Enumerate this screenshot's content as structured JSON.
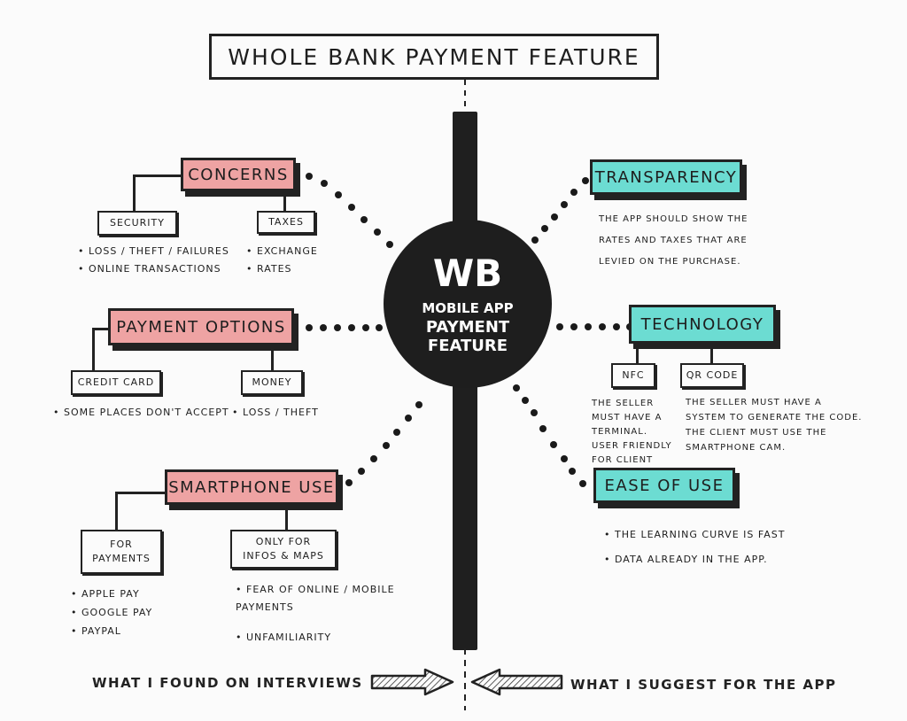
{
  "title": "WHOLE BANK PAYMENT FEATURE",
  "hub": {
    "logo": "WB",
    "lines": [
      "MOBILE APP",
      "PAYMENT",
      "FEATURE"
    ]
  },
  "left_findings": [
    {
      "label": "CONCERNS",
      "color": "#eea3a3",
      "children": [
        {
          "label": "SECURITY",
          "bullets": [
            "LOSS / THEFT / FAILURES",
            "ONLINE TRANSACTIONS"
          ]
        },
        {
          "label": "TAXES",
          "bullets": [
            "EXCHANGE",
            "RATES"
          ]
        }
      ]
    },
    {
      "label": "PAYMENT OPTIONS",
      "color": "#eea3a3",
      "children": [
        {
          "label": "CREDIT CARD",
          "bullets": [
            "SOME PLACES DON'T ACCEPT"
          ]
        },
        {
          "label": "MONEY",
          "bullets": [
            "LOSS / THEFT"
          ]
        }
      ]
    },
    {
      "label": "SMARTPHONE USE",
      "color": "#eea3a3",
      "children": [
        {
          "label_lines": [
            "FOR",
            "PAYMENTS"
          ],
          "bullets": [
            "APPLE PAY",
            "GOOGLE PAY",
            "PAYPAL"
          ]
        },
        {
          "label_lines": [
            "ONLY FOR",
            "INFOS & MAPS"
          ],
          "bullets": [
            "FEAR OF ONLINE / MOBILE PAYMENTS",
            "UNFAMILIARITY"
          ]
        }
      ]
    }
  ],
  "right_suggestions": [
    {
      "label": "TRANSPARENCY",
      "color": "#6cdcd2",
      "notes": [
        "THE APP SHOULD SHOW THE",
        "RATES AND TAXES THAT ARE",
        "LEVIED ON THE PURCHASE."
      ]
    },
    {
      "label": "TECHNOLOGY",
      "color": "#6cdcd2",
      "children": [
        {
          "label": "NFC",
          "notes": [
            "THE SELLER",
            "MUST HAVE A",
            "TERMINAL.",
            "USER FRIENDLY",
            "FOR CLIENT"
          ]
        },
        {
          "label": "QR CODE",
          "notes": [
            "THE SELLER MUST HAVE A",
            "SYSTEM TO GENERATE THE CODE.",
            "THE CLIENT MUST USE THE",
            "SMARTPHONE CAM."
          ]
        }
      ]
    },
    {
      "label": "EASE OF USE",
      "color": "#6cdcd2",
      "bullets": [
        "THE LEARNING CURVE IS FAST",
        "DATA ALREADY IN THE APP."
      ]
    }
  ],
  "footer": {
    "left": "WHAT I FOUND ON INTERVIEWS",
    "right": "WHAT I SUGGEST FOR THE APP"
  }
}
